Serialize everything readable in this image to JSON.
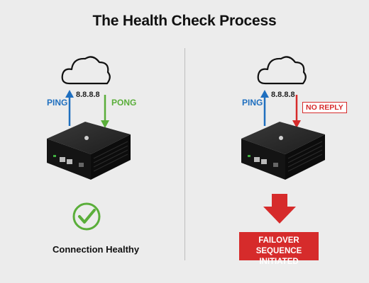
{
  "title": "The Health Check Process",
  "left": {
    "ip": "8.8.8.8",
    "ping_label": "PING",
    "pong_label": "PONG",
    "status_label": "Connection Healthy"
  },
  "right": {
    "ip": "8.8.8.8",
    "ping_label": "PING",
    "no_reply_label": "NO REPLY",
    "failover_line1": "FAILOVER",
    "failover_line2": "SEQUENCE INITIATED"
  },
  "colors": {
    "ping": "#1f6fbf",
    "pong": "#5aae3a",
    "alert": "#d62b2b",
    "check": "#5aae3a"
  },
  "icons": [
    "cloud-icon",
    "router-device",
    "checkmark-icon",
    "down-arrow-icon"
  ]
}
